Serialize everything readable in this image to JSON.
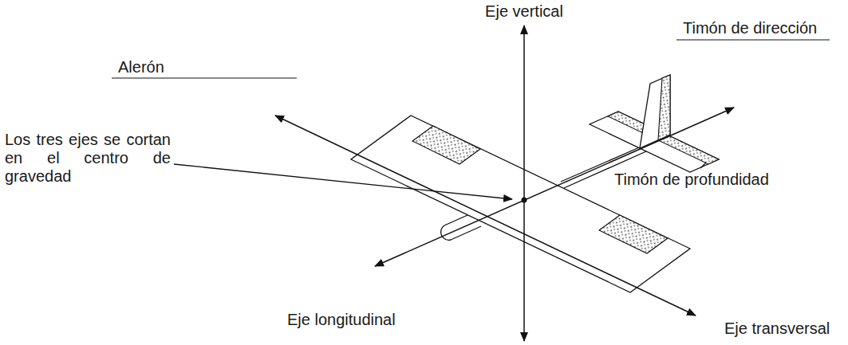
{
  "diagram": {
    "labels": [
      "Eje vertical",
      "Timón de dirección",
      "Alerón",
      "Timón de profundidad",
      "Los tres ejes se cortan en el centro de gravedad",
      "Eje longitudinal",
      "Eje transversal"
    ]
  }
}
